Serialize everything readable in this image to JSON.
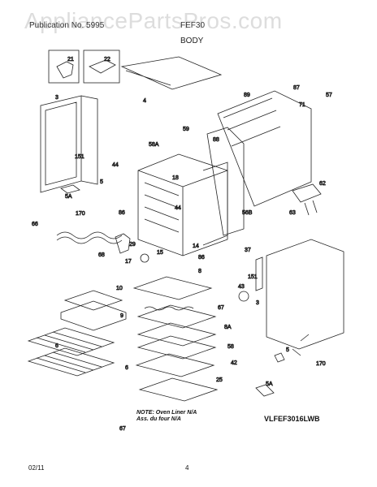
{
  "header": {
    "watermark": "AppliancePartsPros.com",
    "publication": "Publication No. 5995",
    "model": "FEF30",
    "section": "BODY"
  },
  "note": {
    "line1": "NOTE: Oven Liner N/A",
    "line2": "Ass. du four N/A"
  },
  "model_code": "VLFEF3016LWB",
  "footer": {
    "date": "02/11",
    "page": "4"
  },
  "callouts": [
    "21",
    "22",
    "3",
    "4",
    "89",
    "87",
    "71",
    "57",
    "59",
    "58A",
    "88",
    "151",
    "5",
    "5A",
    "44",
    "18",
    "62",
    "63",
    "170",
    "86",
    "44",
    "56B",
    "66",
    "29",
    "14",
    "37",
    "68",
    "15",
    "17",
    "86",
    "8",
    "151",
    "43",
    "3",
    "10",
    "9",
    "67",
    "6",
    "8A",
    "58",
    "6",
    "42",
    "5",
    "25",
    "170",
    "5A",
    "67"
  ]
}
